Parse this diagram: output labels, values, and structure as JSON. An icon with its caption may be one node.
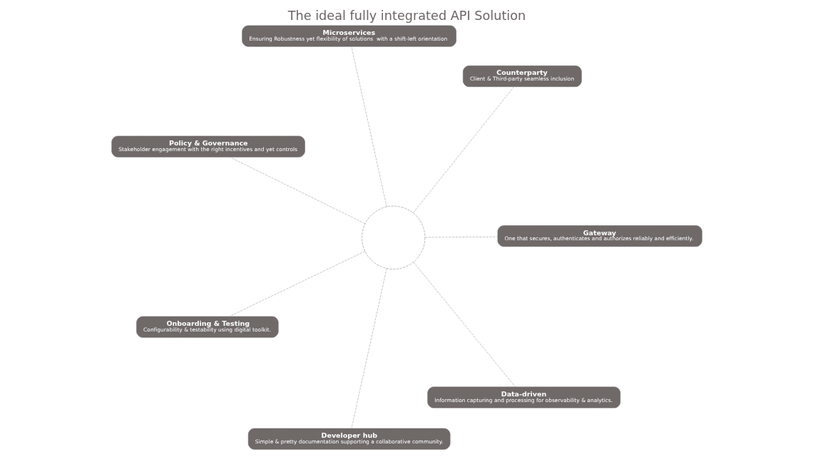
{
  "diagram": {
    "title": "The ideal fully integrated API Solution",
    "nodes": [
      {
        "text": [],
        "shape": "circle"
      },
      {
        "text": [
          "Gateway",
          "One that secures, authenticates and authorizes reliably and efficiently."
        ]
      },
      {
        "text": [
          "Developer hub",
          "Simple & pretty documentation supporting a collaborative community."
        ]
      },
      {
        "text": [
          "Policy & Governance",
          "Stakeholder engagement with the right incentives and yet controls"
        ]
      },
      {
        "text": [
          "Counterparty",
          "Client & Third-party seamless inclusion"
        ]
      },
      {
        "text": [
          "Microservices",
          "Ensuring Robustness yet flexibility of solutions  with a shift-left orientation"
        ]
      },
      {
        "text": [
          "Onboarding & Testing",
          "Configurability & testability using digital toolkit."
        ]
      },
      {
        "text": [
          "Data-driven",
          "Information capturing and processing for observability & analytics."
        ]
      }
    ],
    "edges": [
      {
        "from": 0,
        "to": 1,
        "arrow": "none",
        "style": "dashed"
      },
      {
        "from": 0,
        "to": 2,
        "arrow": "none",
        "style": "dashed"
      },
      {
        "from": 0,
        "to": 3,
        "arrow": "none",
        "style": "dashed"
      },
      {
        "from": 0,
        "to": 4,
        "arrow": "none",
        "style": "dashed"
      },
      {
        "from": 0,
        "to": 5,
        "arrow": "none",
        "style": "dashed"
      },
      {
        "from": 0,
        "to": 6,
        "arrow": "none",
        "style": "dashed"
      },
      {
        "from": 0,
        "to": 7,
        "arrow": "none",
        "style": "dashed"
      }
    ]
  }
}
